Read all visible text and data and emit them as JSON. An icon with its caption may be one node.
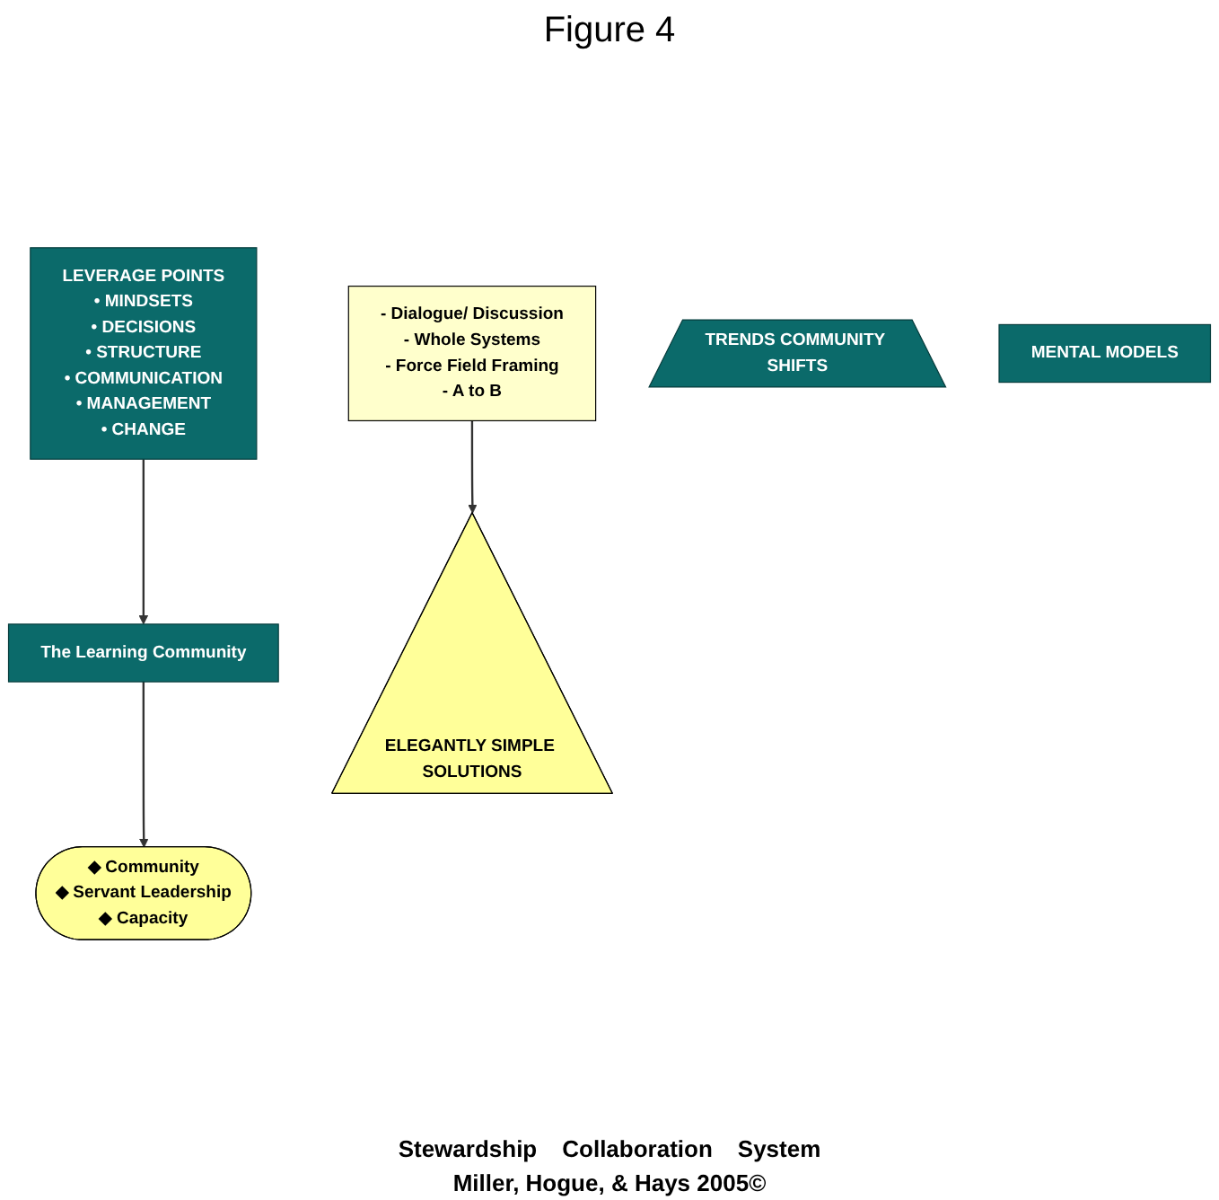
{
  "diagram": {
    "title": "Figure 4",
    "nodes": [
      {
        "text": [
          "The Learning Community"
        ]
      },
      {
        "text": [
          "LEVERAGE POINTS",
          "• MINDSETS",
          "• DECISIONS",
          "• STRUCTURE",
          "• COMMUNICATION",
          "• MANAGEMENT",
          "• CHANGE"
        ]
      },
      {
        "text": [
          "◆ Community",
          "◆ Servant Leadership",
          "◆ Capacity"
        ]
      },
      {
        "text": [
          "- Dialogue/ Discussion",
          "- Whole Systems",
          "- Force Field Framing",
          "- A to B"
        ]
      },
      {
        "text": [
          "ELEGANTLY SIMPLE SOLUTIONS"
        ],
        "beside": [
          "Stewardship",
          "Collaboration",
          "System"
        ]
      },
      {
        "text": [
          "TRENDS COMMUNITY SHIFTS"
        ]
      },
      {
        "text": [
          "MENTAL MODELS"
        ]
      }
    ],
    "edges": [
      {
        "from": 1,
        "to": 0,
        "arrow": "to"
      },
      {
        "from": 0,
        "to": 2,
        "arrow": "to"
      },
      {
        "from": 3,
        "to": 4,
        "arrow": "to"
      }
    ],
    "labels": [
      "Miller, Hogue, & Hays 2005©"
    ]
  }
}
